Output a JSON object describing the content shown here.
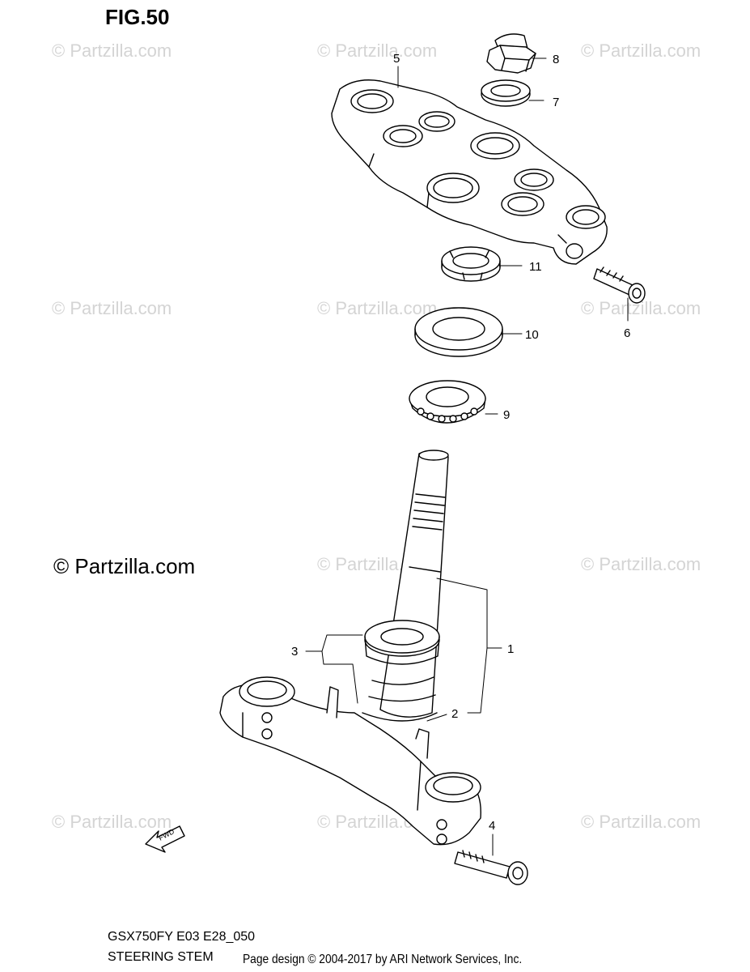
{
  "figure": {
    "title": "FIG.50"
  },
  "watermark": {
    "text": "© Partzilla.com"
  },
  "copyright": {
    "text": "© Partzilla.com"
  },
  "fwd_label": "FWD",
  "callouts": [
    {
      "id": "1",
      "label": "1"
    },
    {
      "id": "2",
      "label": "2"
    },
    {
      "id": "3",
      "label": "3"
    },
    {
      "id": "4",
      "label": "4"
    },
    {
      "id": "5",
      "label": "5"
    },
    {
      "id": "6",
      "label": "6"
    },
    {
      "id": "7",
      "label": "7"
    },
    {
      "id": "8",
      "label": "8"
    },
    {
      "id": "9",
      "label": "9"
    },
    {
      "id": "10",
      "label": "10"
    },
    {
      "id": "11",
      "label": "11"
    }
  ],
  "footer": {
    "model_code": "GSX750FY E03 E28_050",
    "section_name": "STEERING STEM",
    "page_design": "Page design © 2004-2017 by ARI Network Services, Inc."
  }
}
